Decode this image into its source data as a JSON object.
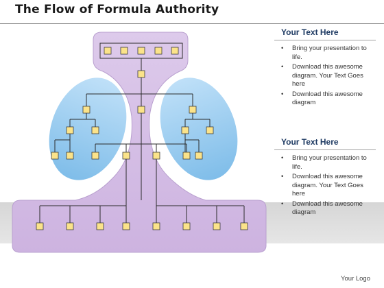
{
  "title": "The Flow of Formula Authority",
  "panels": [
    {
      "heading": "Your Text Here",
      "bullets": [
        "Bring your presentation to life.",
        "Download this awesome diagram. Your Text Goes here",
        "Download this awesome diagram"
      ]
    },
    {
      "heading": "Your Text Here",
      "bullets": [
        "Bring your presentation to life.",
        "Download this awesome diagram. Your Text Goes here",
        "Download this awesome diagram"
      ]
    }
  ],
  "logo": "Your Logo",
  "colors": {
    "purple_fill": "#d5bfe6",
    "blue_fill": "#a4d1f2",
    "node_fill": "#fbe38a",
    "node_stroke": "#3a3a3a",
    "line": "#2b2b2b",
    "heading_text": "#1f3b63"
  }
}
